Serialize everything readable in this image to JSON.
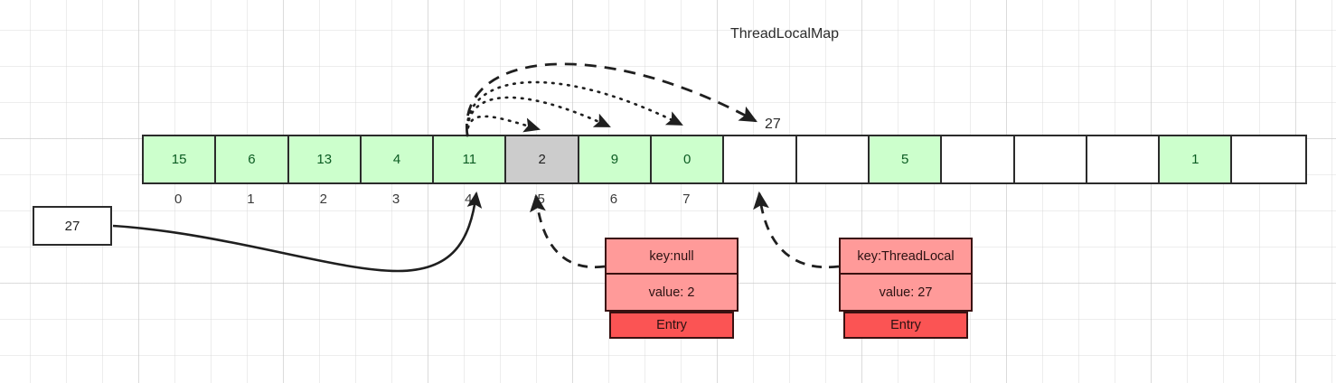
{
  "title": "ThreadLocalMap",
  "colors": {
    "cell_green": "#ccffcc",
    "cell_green_text": "#0b5c22",
    "cell_gray": "#cccccc",
    "cell_border": "#2b2b2b",
    "entry_row": "#ff9a99",
    "entry_tag": "#fb5454",
    "entry_border": "#3a1111",
    "grid_line": "#d7d7d7",
    "arrow": "#1f1f1f"
  },
  "array": {
    "length": 16,
    "cells": [
      {
        "index": 0,
        "value": "15",
        "state": "occupied"
      },
      {
        "index": 1,
        "value": "6",
        "state": "occupied"
      },
      {
        "index": 2,
        "value": "13",
        "state": "occupied"
      },
      {
        "index": 3,
        "value": "4",
        "state": "occupied"
      },
      {
        "index": 4,
        "value": "11",
        "state": "occupied"
      },
      {
        "index": 5,
        "value": "2",
        "state": "stale"
      },
      {
        "index": 6,
        "value": "9",
        "state": "occupied"
      },
      {
        "index": 7,
        "value": "0",
        "state": "occupied"
      },
      {
        "index": 8,
        "value": "",
        "state": "empty"
      },
      {
        "index": 9,
        "value": "",
        "state": "empty"
      },
      {
        "index": 10,
        "value": "5",
        "state": "occupied"
      },
      {
        "index": 11,
        "value": "",
        "state": "empty"
      },
      {
        "index": 12,
        "value": "",
        "state": "empty"
      },
      {
        "index": 13,
        "value": "",
        "state": "empty"
      },
      {
        "index": 14,
        "value": "1",
        "state": "occupied"
      },
      {
        "index": 15,
        "value": "",
        "state": "empty"
      }
    ],
    "index_labels": [
      "0",
      "1",
      "2",
      "3",
      "4",
      "5",
      "6",
      "7"
    ]
  },
  "value_box": {
    "value": "27"
  },
  "slot_label": {
    "value": "27"
  },
  "entries": [
    {
      "id": "entry-stale",
      "key": "key:null",
      "value": "value: 2",
      "tag": "Entry"
    },
    {
      "id": "entry-threadlocal",
      "key": "key:ThreadLocal",
      "value": "value: 27",
      "tag": "Entry"
    }
  ],
  "arcs": [
    {
      "from_index": 4,
      "to_index": 5,
      "style": "dotted"
    },
    {
      "from_index": 4,
      "to_index": 6,
      "style": "dotted"
    },
    {
      "from_index": 4,
      "to_index": 7,
      "style": "dotted"
    },
    {
      "from_index": 4,
      "to_index": 8,
      "style": "dashed"
    }
  ],
  "connectors": [
    {
      "name": "valuebox-to-slot4",
      "style": "solid",
      "to_index": 4
    },
    {
      "name": "entry-stale-to-slot5",
      "style": "dashed",
      "to_index": 5
    },
    {
      "name": "entry-threadlocal-to-slot8",
      "style": "dashed",
      "to_index": 8
    }
  ]
}
